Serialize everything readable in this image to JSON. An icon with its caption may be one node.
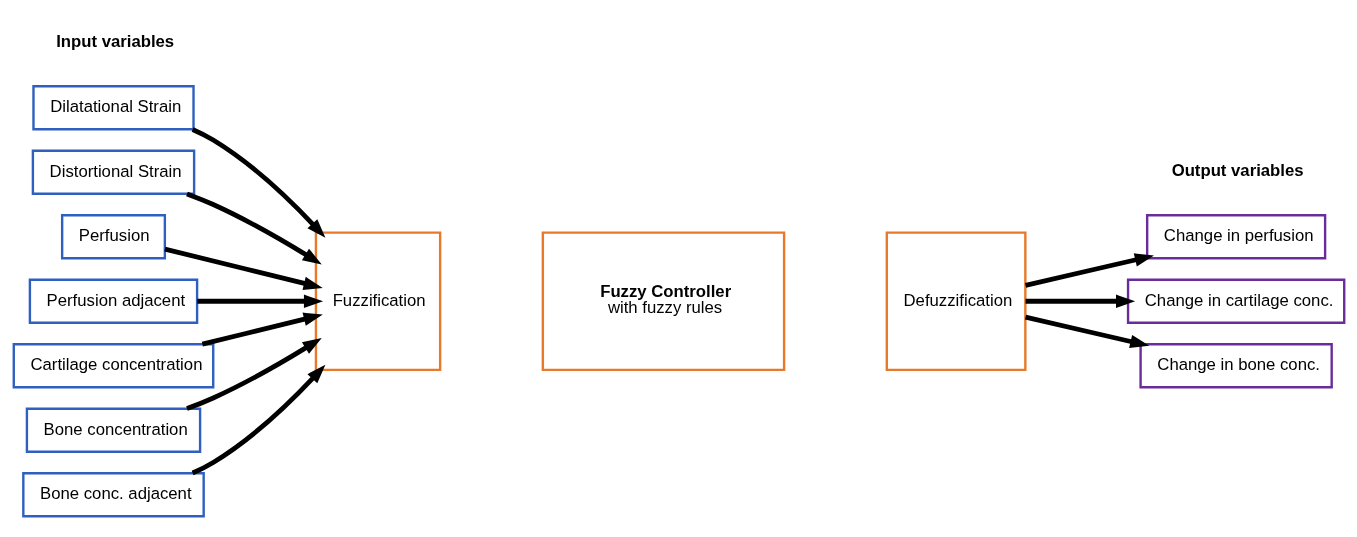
{
  "diagram": {
    "nodes": [
      {
        "text": [
          "Dilatational Strain"
        ]
      },
      {
        "text": [
          "Distortional Strain"
        ]
      },
      {
        "text": [
          "Perfusion"
        ]
      },
      {
        "text": [
          "Perfusion adjacent"
        ]
      },
      {
        "text": [
          "Cartilage concentration"
        ]
      },
      {
        "text": [
          "Bone concentration"
        ]
      },
      {
        "text": [
          "Bone conc. adjacent"
        ]
      },
      {
        "text": [
          "Fuzzification"
        ]
      },
      {
        "text": [
          "Fuzzy Controller",
          "with fuzzy rules"
        ]
      },
      {
        "text": [
          "Defuzzification"
        ]
      },
      {
        "text": [
          "Change in perfusion"
        ]
      },
      {
        "text": [
          "Change in cartilage conc."
        ]
      },
      {
        "text": [
          "Change in bone conc."
        ]
      }
    ],
    "edges": [
      {
        "from": 0,
        "to": 7,
        "arrow": "to"
      },
      {
        "from": 1,
        "to": 7,
        "arrow": "to"
      },
      {
        "from": 2,
        "to": 7,
        "arrow": "to"
      },
      {
        "from": 3,
        "to": 7,
        "arrow": "to"
      },
      {
        "from": 4,
        "to": 7,
        "arrow": "to"
      },
      {
        "from": 5,
        "to": 7,
        "arrow": "to"
      },
      {
        "from": 6,
        "to": 7,
        "arrow": "to"
      },
      {
        "from": 9,
        "to": 10,
        "arrow": "to"
      },
      {
        "from": 9,
        "to": 11,
        "arrow": "to"
      },
      {
        "from": 9,
        "to": 12,
        "arrow": "to"
      }
    ],
    "labels": [
      "Input variables",
      "Output variables"
    ]
  }
}
